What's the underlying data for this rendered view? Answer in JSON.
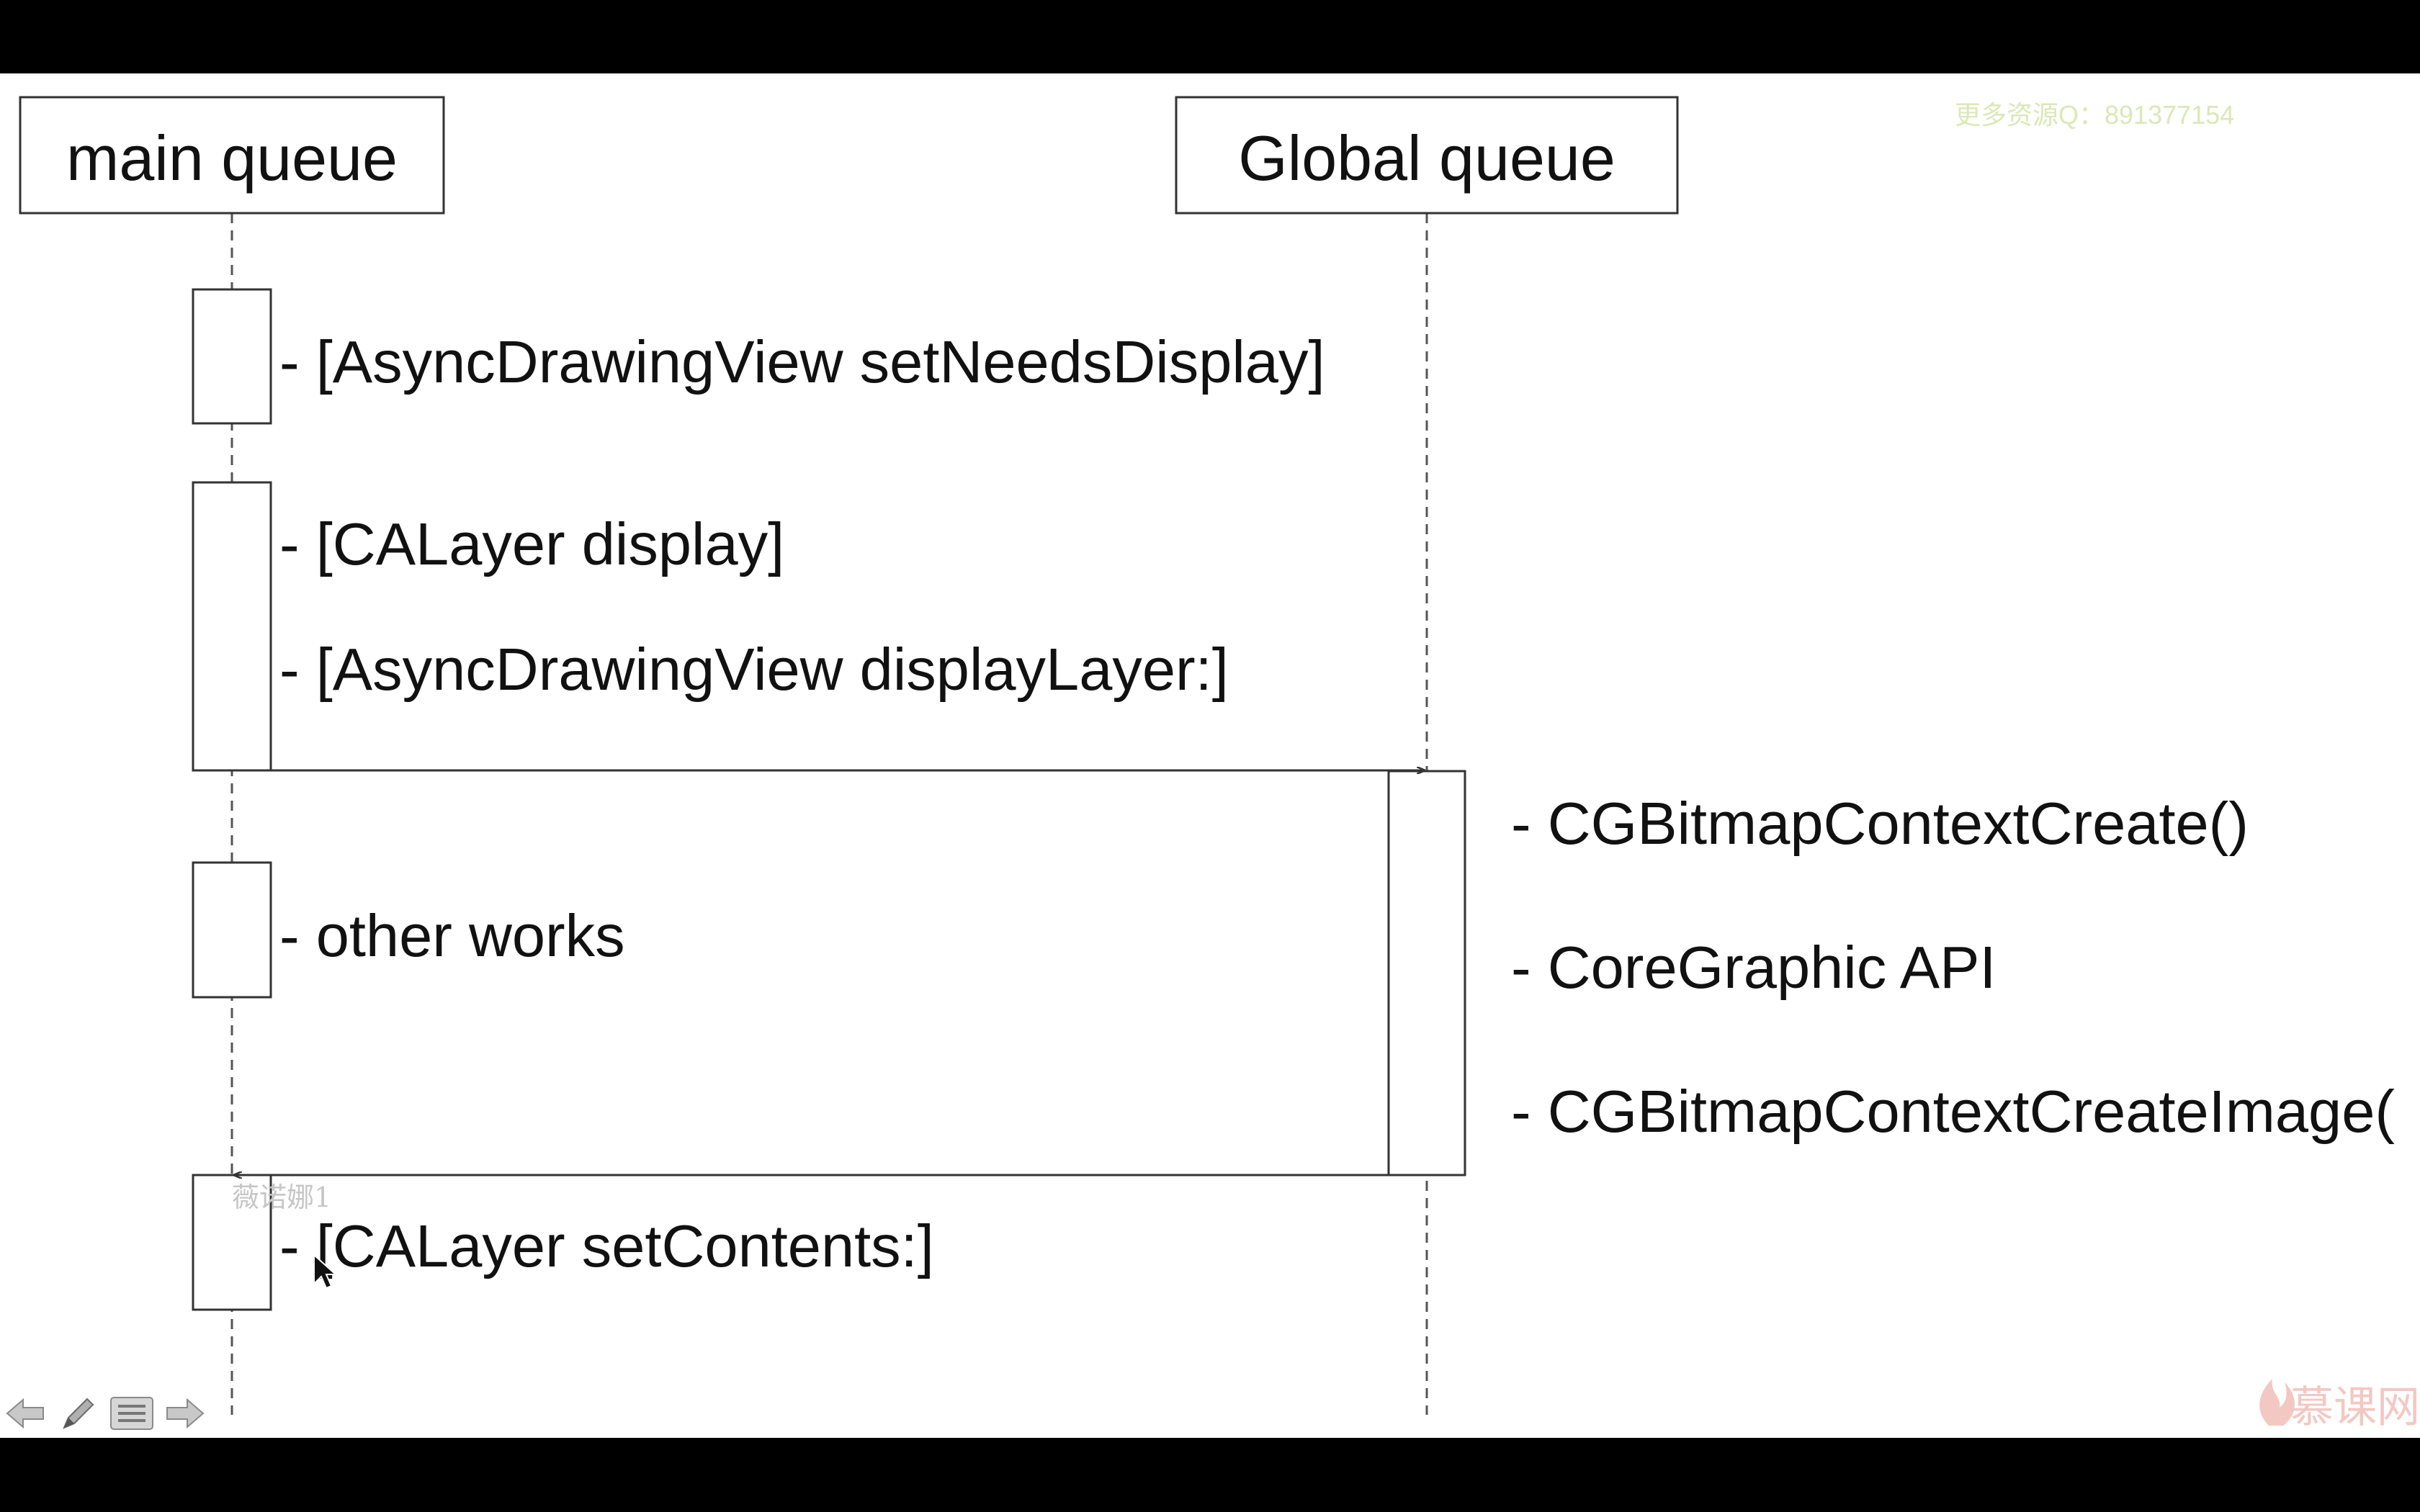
{
  "participants": {
    "main": {
      "label": "main queue"
    },
    "global": {
      "label": "Global queue"
    }
  },
  "messages": {
    "set_needs_display": "- [AsyncDrawingView setNeedsDisplay]",
    "calayer_display": "- [CALayer display]",
    "display_layer": "- [AsyncDrawingView displayLayer:]",
    "other_works": "- other works",
    "set_contents": "- [CALayer setContents:]",
    "bitmap_context_create": "- CGBitmapContextCreate()",
    "core_graphic_api": "- CoreGraphic API",
    "bitmap_context_create_image": "- CGBitmapContextCreateImage("
  },
  "watermarks": {
    "top_right": "更多资源Q：891377154",
    "middle": "薇诺娜1",
    "brand": "慕课网"
  },
  "nav": {
    "icons": [
      "arrow-left-icon",
      "pen-icon",
      "menu-icon",
      "arrow-right-icon"
    ]
  },
  "colors": {
    "line": "#333333",
    "lifeline": "#555555",
    "watermark_top": "#dbe8b6",
    "brand": "#e86a5a"
  }
}
